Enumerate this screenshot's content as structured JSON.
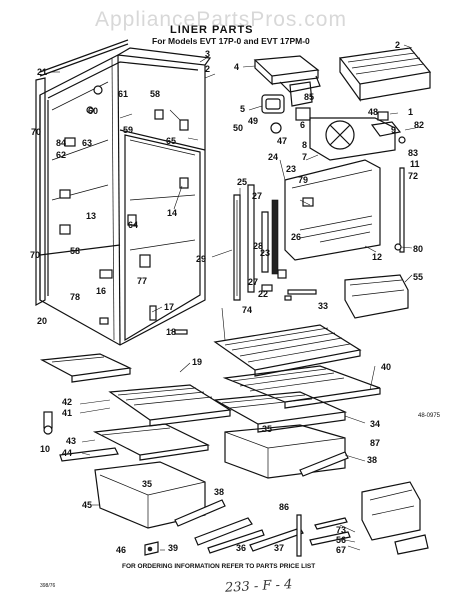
{
  "header": {
    "watermark": "AppliancePartsPros.com",
    "title": "LINER PARTS",
    "subtitle": "For Models EVT 17P-0 and EVT 17PM-0"
  },
  "reference_code": "48-0975",
  "footer_note": "FOR ORDERING INFORMATION REFER TO PARTS PRICE LIST",
  "print_code": "398/76",
  "handwritten_note": "233 - F - 4",
  "callouts": [
    {
      "id": "21",
      "text": "21"
    },
    {
      "id": "3",
      "text": "3"
    },
    {
      "id": "2a",
      "text": "2"
    },
    {
      "id": "4",
      "text": "4"
    },
    {
      "id": "2b",
      "text": "2"
    },
    {
      "id": "70a",
      "text": "70"
    },
    {
      "id": "61",
      "text": "61"
    },
    {
      "id": "58a",
      "text": "58"
    },
    {
      "id": "60",
      "text": "60"
    },
    {
      "id": "59",
      "text": "59"
    },
    {
      "id": "84",
      "text": "84"
    },
    {
      "id": "62",
      "text": "62"
    },
    {
      "id": "63",
      "text": "63"
    },
    {
      "id": "65",
      "text": "65"
    },
    {
      "id": "85",
      "text": "85"
    },
    {
      "id": "5",
      "text": "5"
    },
    {
      "id": "6",
      "text": "6"
    },
    {
      "id": "49",
      "text": "49"
    },
    {
      "id": "50",
      "text": "50"
    },
    {
      "id": "47",
      "text": "47"
    },
    {
      "id": "48",
      "text": "48"
    },
    {
      "id": "1",
      "text": "1"
    },
    {
      "id": "82",
      "text": "82"
    },
    {
      "id": "9",
      "text": "9"
    },
    {
      "id": "83",
      "text": "83"
    },
    {
      "id": "11",
      "text": "11"
    },
    {
      "id": "72",
      "text": "72"
    },
    {
      "id": "8",
      "text": "8"
    },
    {
      "id": "7",
      "text": "7"
    },
    {
      "id": "24",
      "text": "24"
    },
    {
      "id": "23a",
      "text": "23"
    },
    {
      "id": "79",
      "text": "79"
    },
    {
      "id": "13",
      "text": "13"
    },
    {
      "id": "64",
      "text": "64"
    },
    {
      "id": "14",
      "text": "14"
    },
    {
      "id": "25",
      "text": "25"
    },
    {
      "id": "27a",
      "text": "27"
    },
    {
      "id": "26",
      "text": "26"
    },
    {
      "id": "28",
      "text": "28"
    },
    {
      "id": "80",
      "text": "80"
    },
    {
      "id": "70b",
      "text": "70"
    },
    {
      "id": "58b",
      "text": "58"
    },
    {
      "id": "29",
      "text": "29"
    },
    {
      "id": "23b",
      "text": "23"
    },
    {
      "id": "12",
      "text": "12"
    },
    {
      "id": "27b",
      "text": "27"
    },
    {
      "id": "22",
      "text": "22"
    },
    {
      "id": "55",
      "text": "55"
    },
    {
      "id": "78",
      "text": "78"
    },
    {
      "id": "16",
      "text": "16"
    },
    {
      "id": "77",
      "text": "77"
    },
    {
      "id": "33",
      "text": "33"
    },
    {
      "id": "20",
      "text": "20"
    },
    {
      "id": "17",
      "text": "17"
    },
    {
      "id": "74",
      "text": "74"
    },
    {
      "id": "18",
      "text": "18"
    },
    {
      "id": "19",
      "text": "19"
    },
    {
      "id": "40",
      "text": "40"
    },
    {
      "id": "42",
      "text": "42"
    },
    {
      "id": "41",
      "text": "41"
    },
    {
      "id": "34",
      "text": "34"
    },
    {
      "id": "10",
      "text": "10"
    },
    {
      "id": "43",
      "text": "43"
    },
    {
      "id": "44",
      "text": "44"
    },
    {
      "id": "35a",
      "text": "35"
    },
    {
      "id": "87",
      "text": "87"
    },
    {
      "id": "38a",
      "text": "38"
    },
    {
      "id": "35b",
      "text": "35"
    },
    {
      "id": "45",
      "text": "45"
    },
    {
      "id": "38b",
      "text": "38"
    },
    {
      "id": "86",
      "text": "86"
    },
    {
      "id": "73",
      "text": "73"
    },
    {
      "id": "56",
      "text": "56"
    },
    {
      "id": "67",
      "text": "67"
    },
    {
      "id": "46",
      "text": "46"
    },
    {
      "id": "39",
      "text": "39"
    },
    {
      "id": "36",
      "text": "36"
    },
    {
      "id": "37",
      "text": "37"
    }
  ]
}
